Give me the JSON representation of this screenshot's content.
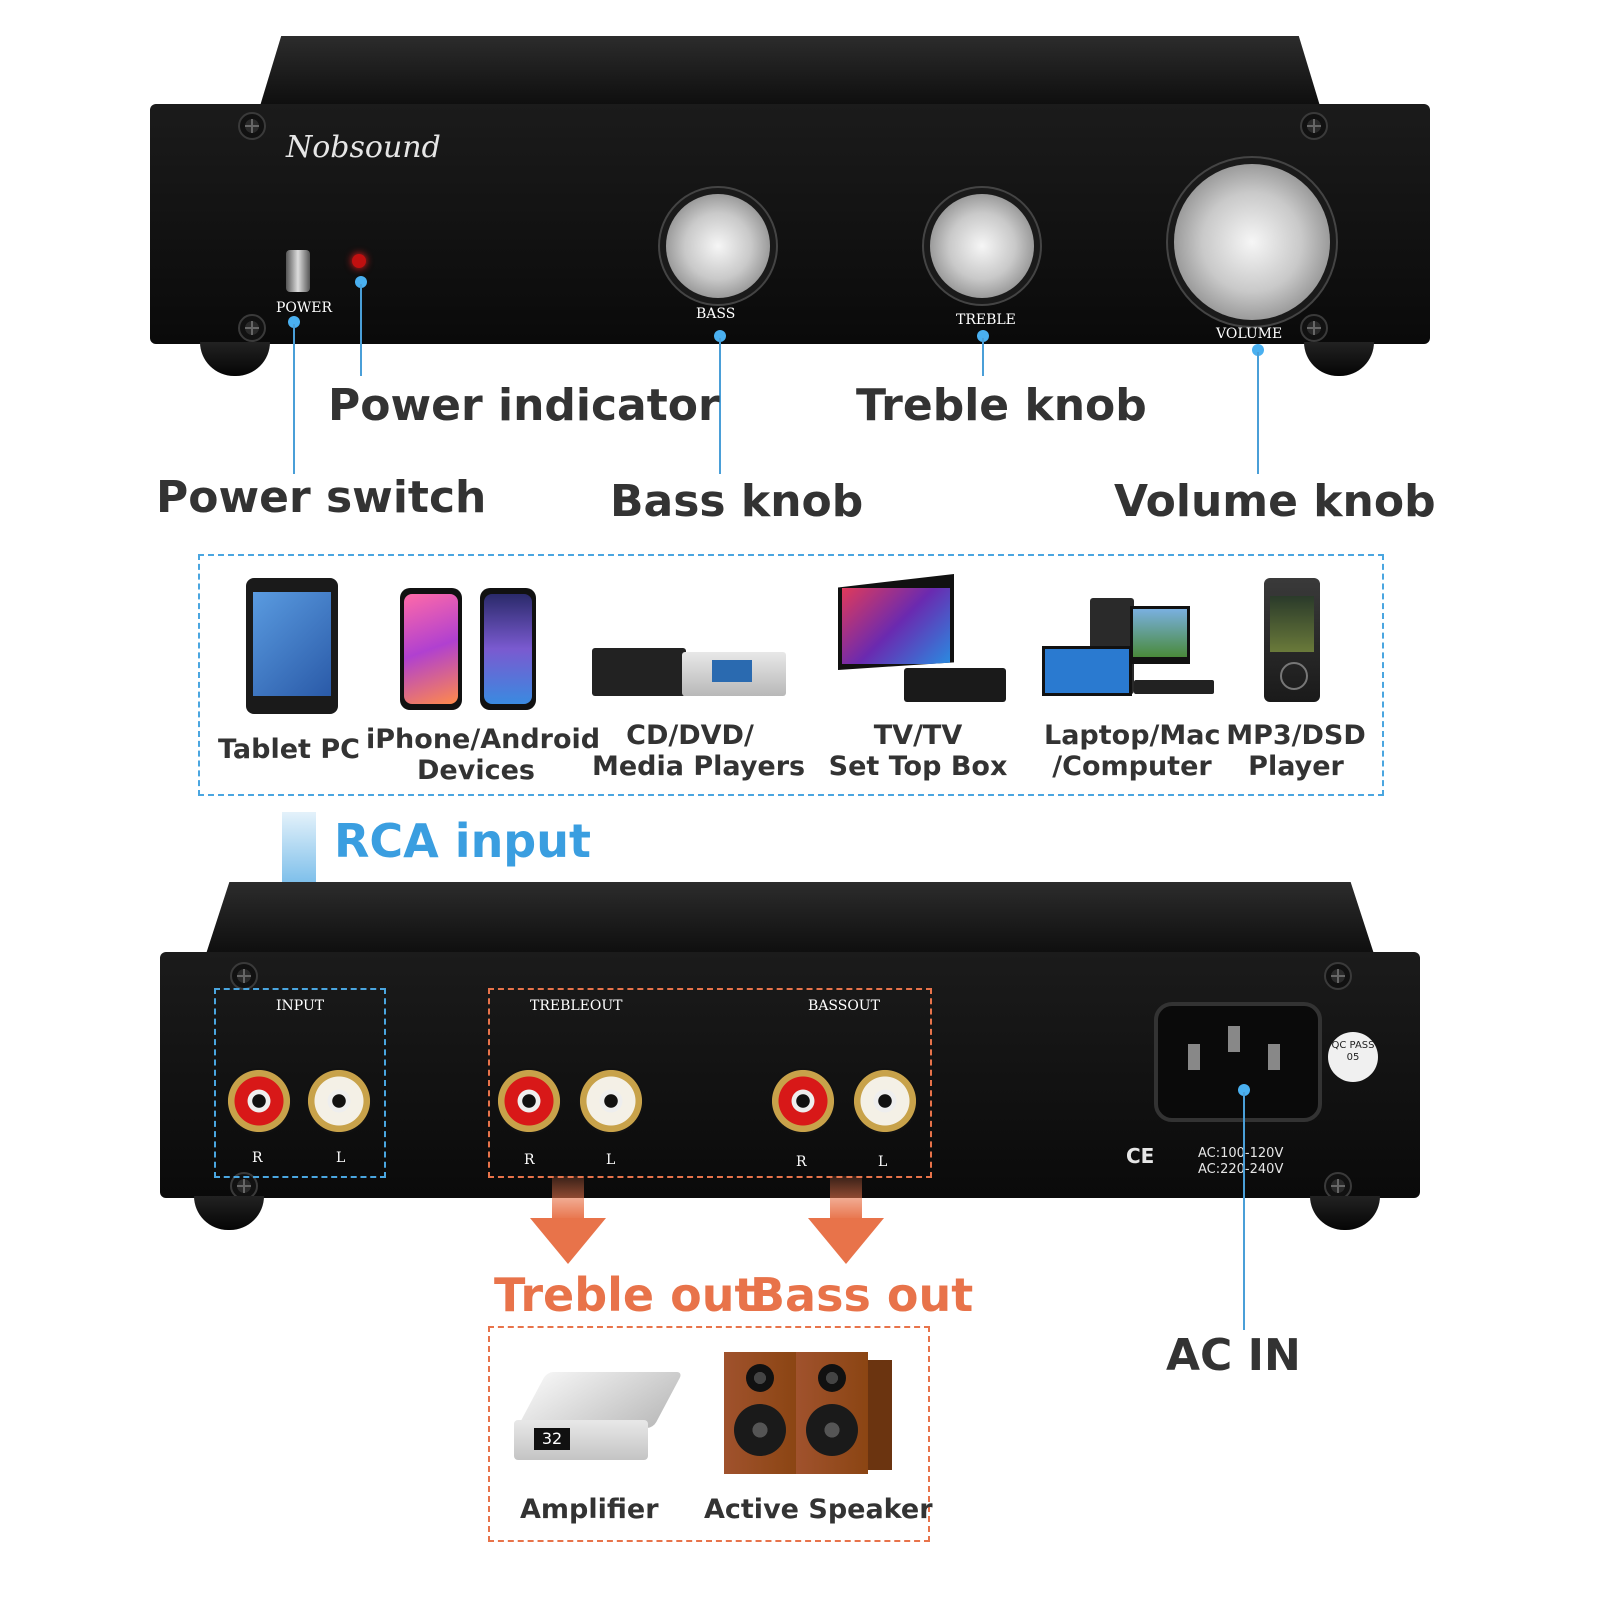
{
  "brand": "Nobsound",
  "front_panel": {
    "power_switch_print": "POWER",
    "bass_print": "BASS",
    "treble_print": "TREBLE",
    "volume_print": "VOLUME"
  },
  "callouts": {
    "power_indicator": "Power indicator",
    "treble_knob": "Treble knob",
    "power_switch": "Power switch",
    "bass_knob": "Bass knob",
    "volume_knob": "Volume knob"
  },
  "sources": [
    {
      "line1": "Tablet PC",
      "line2": ""
    },
    {
      "line1": "iPhone/Android",
      "line2": "Devices"
    },
    {
      "line1": "CD/DVD/",
      "line2": "Media Players"
    },
    {
      "line1": "TV/TV",
      "line2": "Set Top Box"
    },
    {
      "line1": "Laptop/Mac",
      "line2": "/Computer"
    },
    {
      "line1": "MP3/DSD",
      "line2": "Player"
    }
  ],
  "rca_input_label": "RCA input",
  "rear_panel": {
    "input_print": "INPUT",
    "trebleout_print": "TREBLEOUT",
    "bassout_print": "BASSOUT",
    "r": "R",
    "l": "L",
    "ac_line1": "AC:100-120V",
    "ac_line2": "AC:220-240V",
    "ce_mark": "CE",
    "qc_sticker": "QC PASS 05"
  },
  "outputs": {
    "treble_out": "Treble out",
    "bass_out": "Bass out",
    "ac_in": "AC IN"
  },
  "destinations": {
    "amplifier": "Amplifier",
    "active_speaker": "Active Speaker",
    "amp_display": "32"
  },
  "colors": {
    "accent_blue": "#4aa6e0",
    "accent_orange": "#e8734a",
    "text_dark": "#333333",
    "chassis": "#121212"
  }
}
